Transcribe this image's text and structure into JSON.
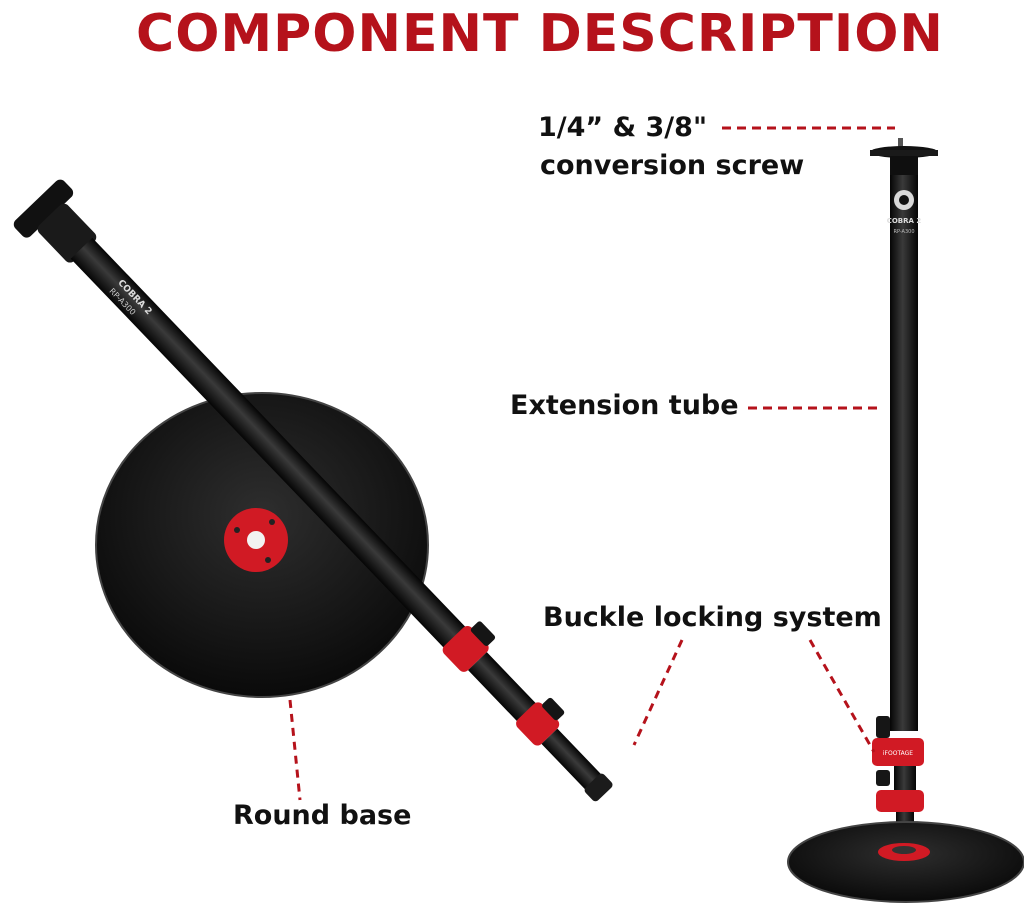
{
  "title": "COMPONENT DESCRIPTION",
  "labels": {
    "screw_line1": "1/4” & 3/8\"",
    "screw_line2": "conversion screw",
    "extension_tube": "Extension tube",
    "buckle_locking": "Buckle locking system",
    "round_base": "Round base"
  },
  "product_text": {
    "brand": "COBRA 2",
    "model": "RP-A300",
    "clamp_brand": "iFOOTAGE"
  },
  "colors": {
    "accent_red": "#b5121b",
    "clamp_red": "#d11a24",
    "body_black": "#0d0d0d"
  }
}
